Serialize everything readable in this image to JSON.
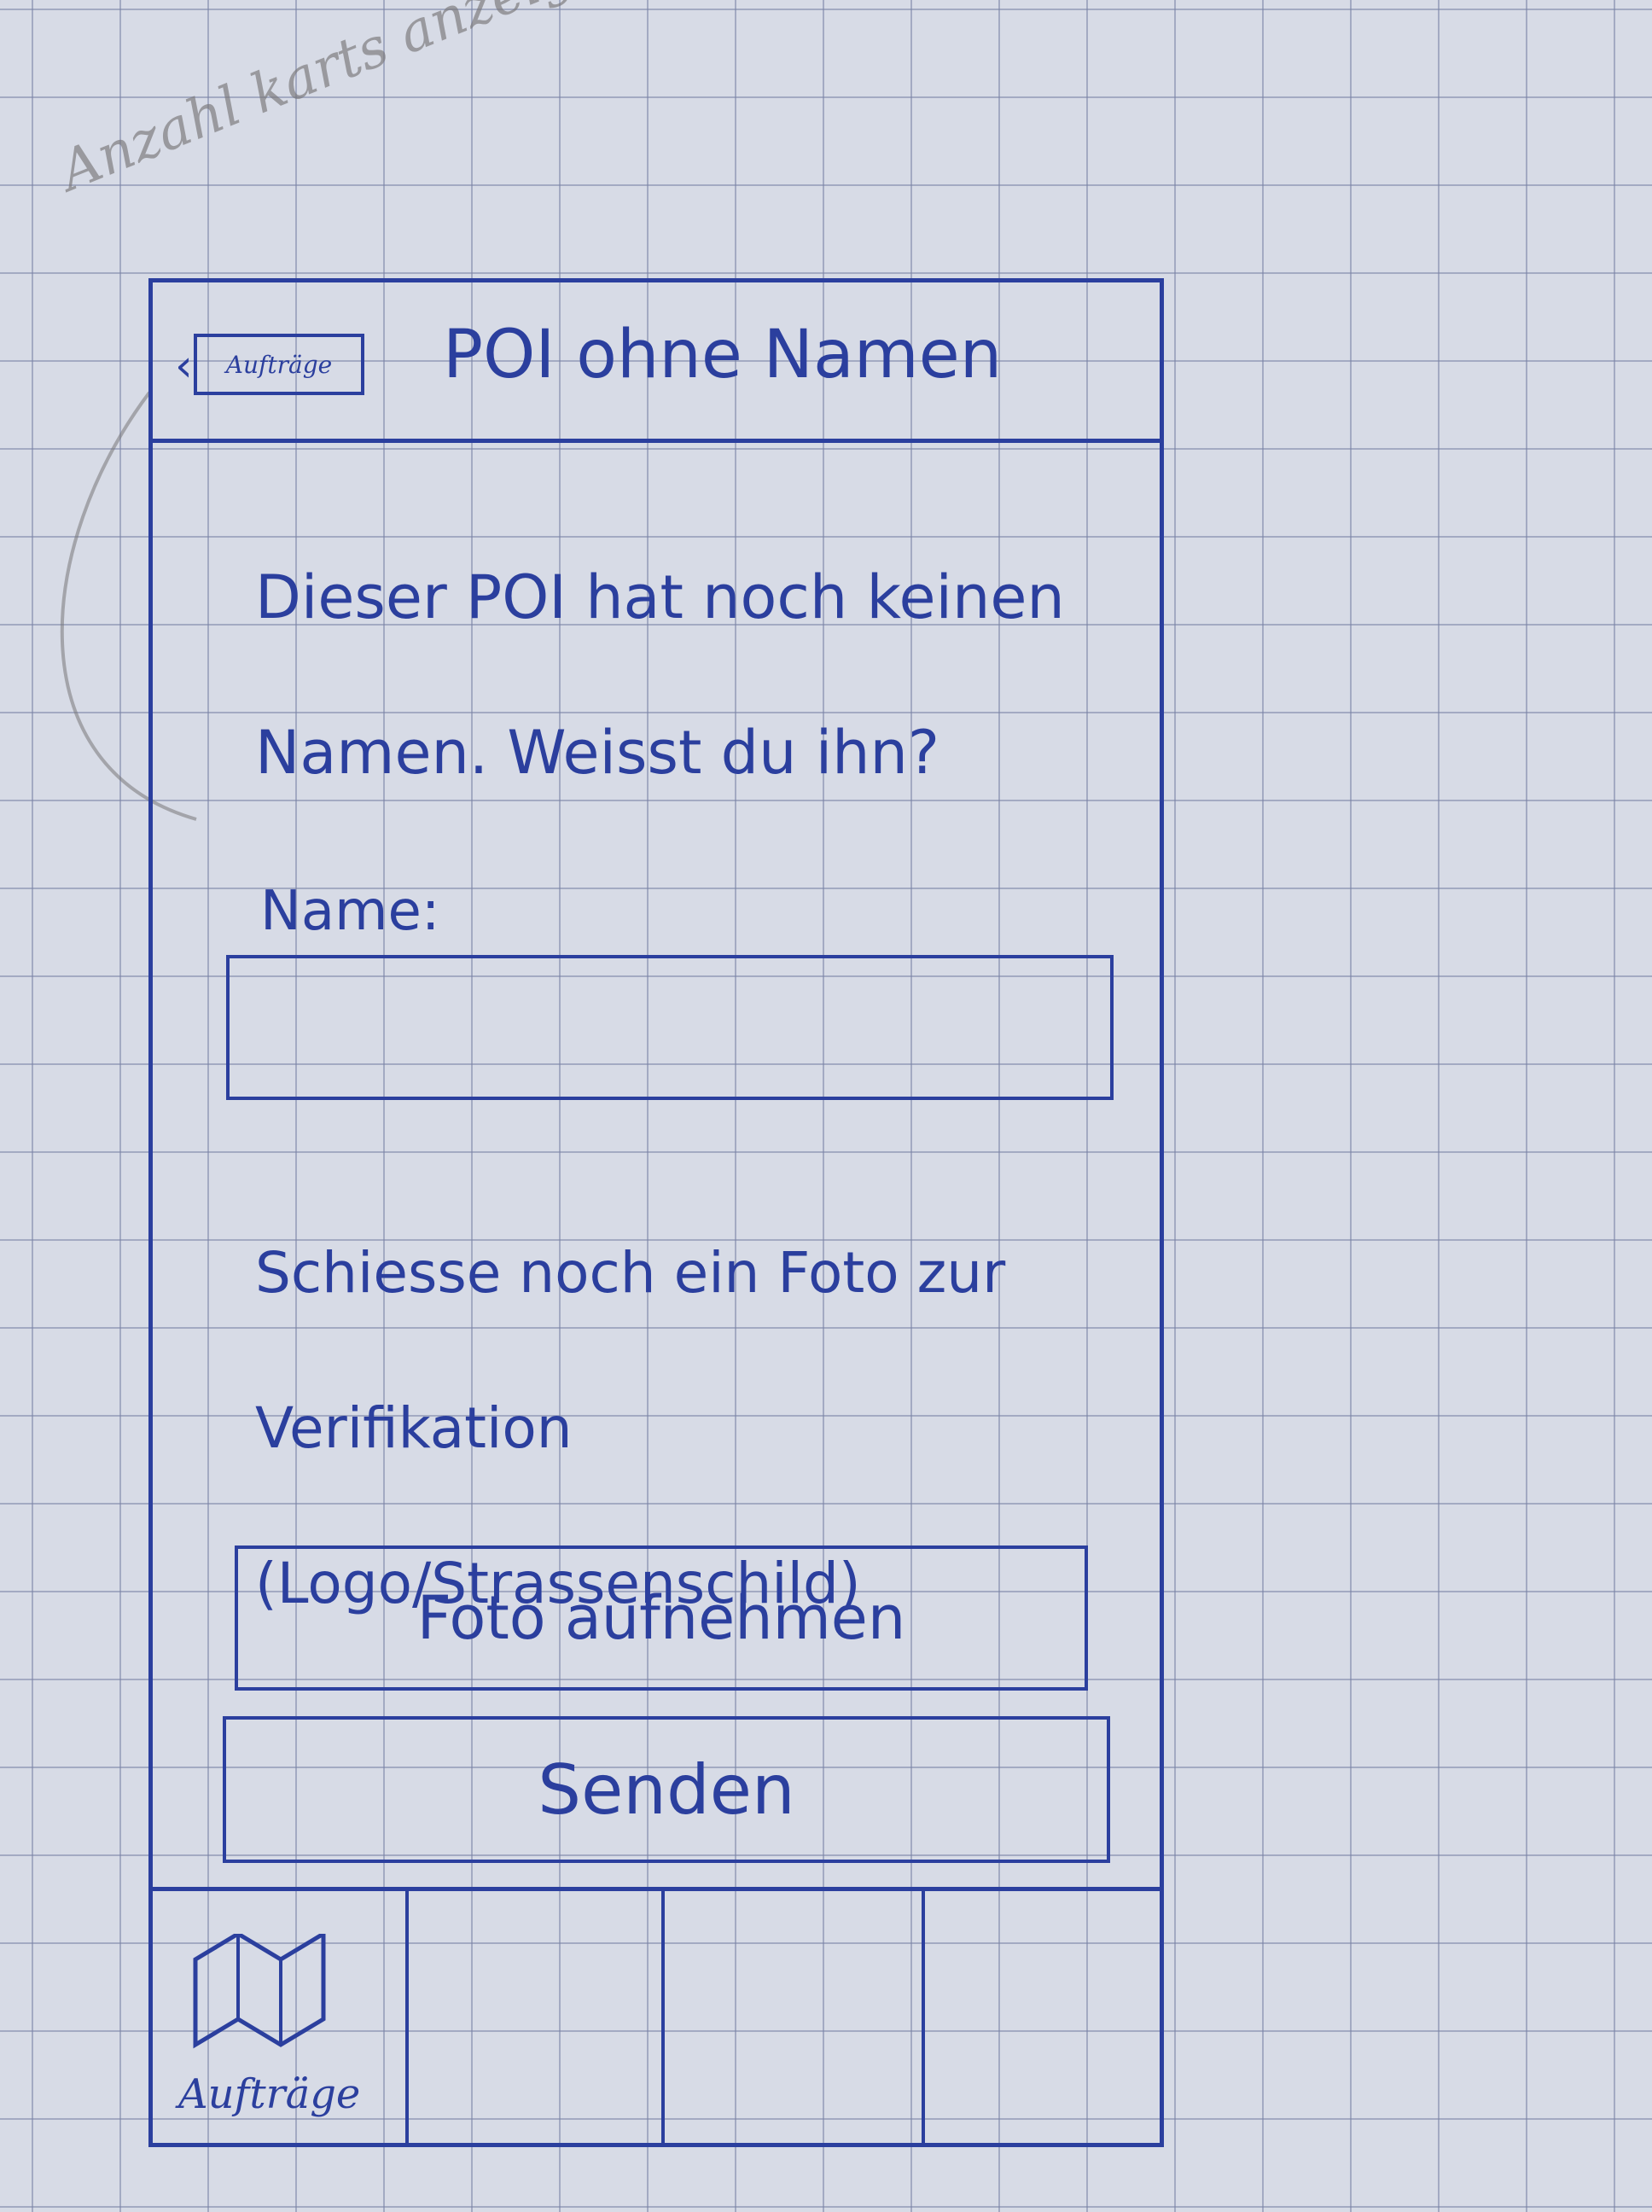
{
  "sketch_note": "Anzahl karts anzeigen",
  "navbar": {
    "back_label": "Aufträge",
    "back_chevron": "‹",
    "title": "POI ohne Namen"
  },
  "content": {
    "intro_text": "Dieser POI hat noch keinen Namen. Weisst du ihn?",
    "name_label": "Name:",
    "name_input_value": "",
    "photo_text": "Schiesse noch ein Foto zur Verifikation (Logo/Strassenschild)",
    "photo_button_label": "Foto aufnehmen",
    "send_button_label": "Senden"
  },
  "tabbar": {
    "tabs": [
      {
        "label": "Aufträge",
        "icon": "map-icon"
      },
      {
        "label": ""
      },
      {
        "label": ""
      },
      {
        "label": ""
      }
    ]
  },
  "colors": {
    "ink": "#2b3f9e",
    "paper": "#d7dbe6",
    "pencil": "#7a787a"
  }
}
